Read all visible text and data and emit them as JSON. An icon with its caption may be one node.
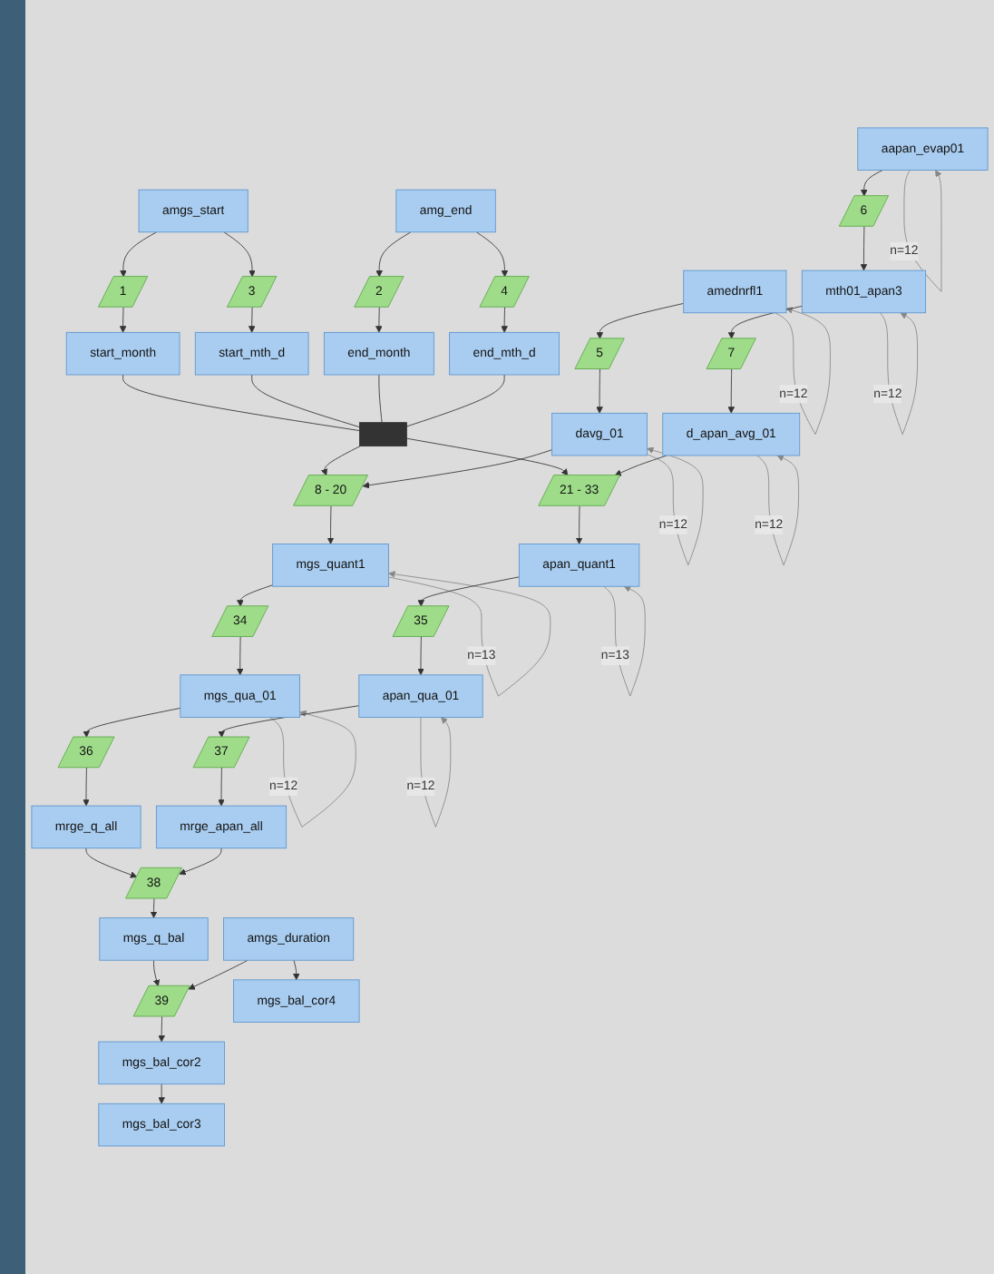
{
  "diagram": {
    "nodes": [
      {
        "text": [
          "amgs_start"
        ]
      },
      {
        "text": [
          "amg_end"
        ]
      },
      {
        "text": [
          "amednrfl1"
        ]
      },
      {
        "text": [
          "aapan_evap01"
        ]
      },
      {
        "text": [
          "1"
        ]
      },
      {
        "text": [
          "3"
        ]
      },
      {
        "text": [
          "2"
        ]
      },
      {
        "text": [
          "4"
        ]
      },
      {
        "text": [
          "5"
        ]
      },
      {
        "text": [
          "6"
        ]
      },
      {
        "text": [
          "start_month"
        ]
      },
      {
        "text": [
          "start_mth_d"
        ]
      },
      {
        "text": [
          "end_month"
        ]
      },
      {
        "text": [
          "end_mth_d"
        ]
      },
      {
        "text": [
          "davg_01"
        ]
      },
      {
        "text": [
          "mth01_apan3"
        ]
      },
      {
        "text": [
          "7"
        ]
      },
      {
        "text": [
          "d_apan_avg_01"
        ]
      },
      {
        "text": [
          "8 - 20"
        ]
      },
      {
        "text": [
          "21 - 33"
        ]
      },
      {
        "text": [
          "mgs_quant1"
        ]
      },
      {
        "text": [
          "apan_quant1"
        ]
      },
      {
        "text": [
          "34"
        ]
      },
      {
        "text": [
          "35"
        ]
      },
      {
        "text": [
          "mgs_qua_01"
        ]
      },
      {
        "text": [
          "apan_qua_01"
        ]
      },
      {
        "text": [
          "36"
        ]
      },
      {
        "text": [
          "37"
        ]
      },
      {
        "text": [
          "mrge_q_all"
        ]
      },
      {
        "text": [
          "mrge_apan_all"
        ]
      },
      {
        "text": [
          "38"
        ]
      },
      {
        "text": [
          "mgs_q_bal"
        ]
      },
      {
        "text": [
          "39"
        ]
      },
      {
        "text": [
          "amgs_duration"
        ]
      },
      {
        "text": [
          "mgs_bal_cor2"
        ]
      },
      {
        "text": [
          "mgs_bal_cor3"
        ]
      },
      {
        "text": [
          "mgs_bal_cor4"
        ]
      },
      {
        "text": [],
        "shape": "bar"
      }
    ],
    "edges": [
      {
        "from": 0,
        "to": 4,
        "arrow": "to"
      },
      {
        "from": 0,
        "to": 5,
        "arrow": "to"
      },
      {
        "from": 1,
        "to": 6,
        "arrow": "to"
      },
      {
        "from": 1,
        "to": 7,
        "arrow": "to"
      },
      {
        "from": 2,
        "to": 2,
        "arrow": "to",
        "label": "n=12",
        "color": "#888888"
      },
      {
        "from": 3,
        "to": 3,
        "arrow": "to",
        "label": "n=12",
        "color": "#888888"
      },
      {
        "from": 2,
        "to": 8,
        "arrow": "to"
      },
      {
        "from": 3,
        "to": 9,
        "arrow": "to"
      },
      {
        "from": 4,
        "to": 10,
        "arrow": "to"
      },
      {
        "from": 5,
        "to": 11,
        "arrow": "to"
      },
      {
        "from": 6,
        "to": 12,
        "arrow": "to"
      },
      {
        "from": 7,
        "to": 13,
        "arrow": "to"
      },
      {
        "from": 8,
        "to": 14,
        "arrow": "to"
      },
      {
        "from": 14,
        "to": 14,
        "arrow": "to",
        "label": "n=12",
        "color": "#888888"
      },
      {
        "from": 9,
        "to": 15,
        "arrow": "to"
      },
      {
        "from": 15,
        "to": 15,
        "arrow": "to",
        "label": "n=12",
        "color": "#888888"
      },
      {
        "from": 15,
        "to": 16,
        "arrow": "to"
      },
      {
        "from": 16,
        "to": 17,
        "arrow": "to"
      },
      {
        "from": 17,
        "to": 17,
        "arrow": "to",
        "label": "n=12",
        "color": "#888888"
      },
      {
        "from": 10,
        "to": 37,
        "arrow": "none"
      },
      {
        "from": 11,
        "to": 37,
        "arrow": "none"
      },
      {
        "from": 12,
        "to": 37,
        "arrow": "none"
      },
      {
        "from": 13,
        "to": 37,
        "arrow": "none"
      },
      {
        "from": 37,
        "to": 18,
        "arrow": "to"
      },
      {
        "from": 14,
        "to": 18,
        "arrow": "to"
      },
      {
        "from": 37,
        "to": 19,
        "arrow": "to"
      },
      {
        "from": 17,
        "to": 19,
        "arrow": "to"
      },
      {
        "from": 18,
        "to": 20,
        "arrow": "to"
      },
      {
        "from": 20,
        "to": 20,
        "arrow": "to",
        "label": "n=13",
        "color": "#888888"
      },
      {
        "from": 19,
        "to": 21,
        "arrow": "to"
      },
      {
        "from": 21,
        "to": 21,
        "arrow": "to",
        "label": "n=13",
        "color": "#888888"
      },
      {
        "from": 20,
        "to": 22,
        "arrow": "to"
      },
      {
        "from": 21,
        "to": 23,
        "arrow": "to"
      },
      {
        "from": 22,
        "to": 24,
        "arrow": "to"
      },
      {
        "from": 24,
        "to": 24,
        "arrow": "to",
        "label": "n=12",
        "color": "#888888"
      },
      {
        "from": 23,
        "to": 25,
        "arrow": "to"
      },
      {
        "from": 25,
        "to": 25,
        "arrow": "to",
        "label": "n=12",
        "color": "#888888"
      },
      {
        "from": 24,
        "to": 26,
        "arrow": "to"
      },
      {
        "from": 25,
        "to": 27,
        "arrow": "to"
      },
      {
        "from": 26,
        "to": 28,
        "arrow": "to"
      },
      {
        "from": 27,
        "to": 29,
        "arrow": "to"
      },
      {
        "from": 28,
        "to": 30,
        "arrow": "to"
      },
      {
        "from": 29,
        "to": 30,
        "arrow": "to"
      },
      {
        "from": 30,
        "to": 31,
        "arrow": "to"
      },
      {
        "from": 31,
        "to": 32,
        "arrow": "to"
      },
      {
        "from": 33,
        "to": 32,
        "arrow": "to"
      },
      {
        "from": 32,
        "to": 34,
        "arrow": "to"
      },
      {
        "from": 34,
        "to": 35,
        "arrow": "to"
      },
      {
        "from": 33,
        "to": 36,
        "arrow": "to"
      }
    ]
  }
}
